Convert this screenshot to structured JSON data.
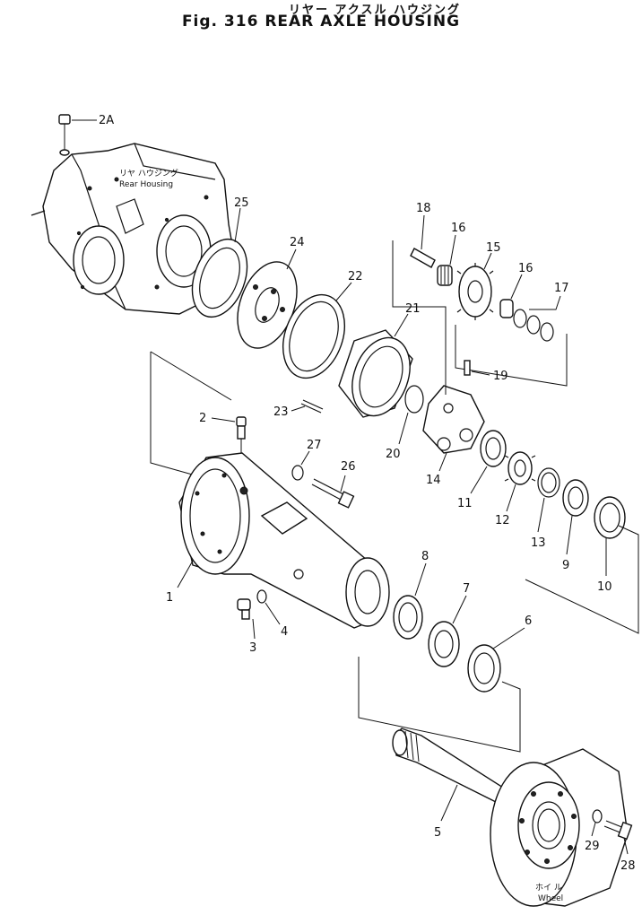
{
  "header": {
    "title_jp": "リヤー アクスル ハウジング",
    "title_en": "Fig. 316  REAR AXLE HOUSING"
  },
  "tags": {
    "rear_housing_jp": "リヤ ハウジング",
    "rear_housing_en": "Rear Housing",
    "wheel_jp": "ホイ  ル",
    "wheel_en": "Wheel"
  },
  "parts": {
    "p1": "1",
    "p2": "2",
    "p2a": "2A",
    "p3": "3",
    "p4": "4",
    "p5": "5",
    "p6": "6",
    "p7": "7",
    "p8": "8",
    "p9": "9",
    "p10": "10",
    "p11": "11",
    "p12": "12",
    "p13": "13",
    "p14": "14",
    "p15": "15",
    "p16a": "16",
    "p16b": "16",
    "p17": "17",
    "p18": "18",
    "p19": "19",
    "p20": "20",
    "p21": "21",
    "p22": "22",
    "p23": "23",
    "p24": "24",
    "p25": "25",
    "p26": "26",
    "p27": "27",
    "p28": "28",
    "p29": "29"
  }
}
